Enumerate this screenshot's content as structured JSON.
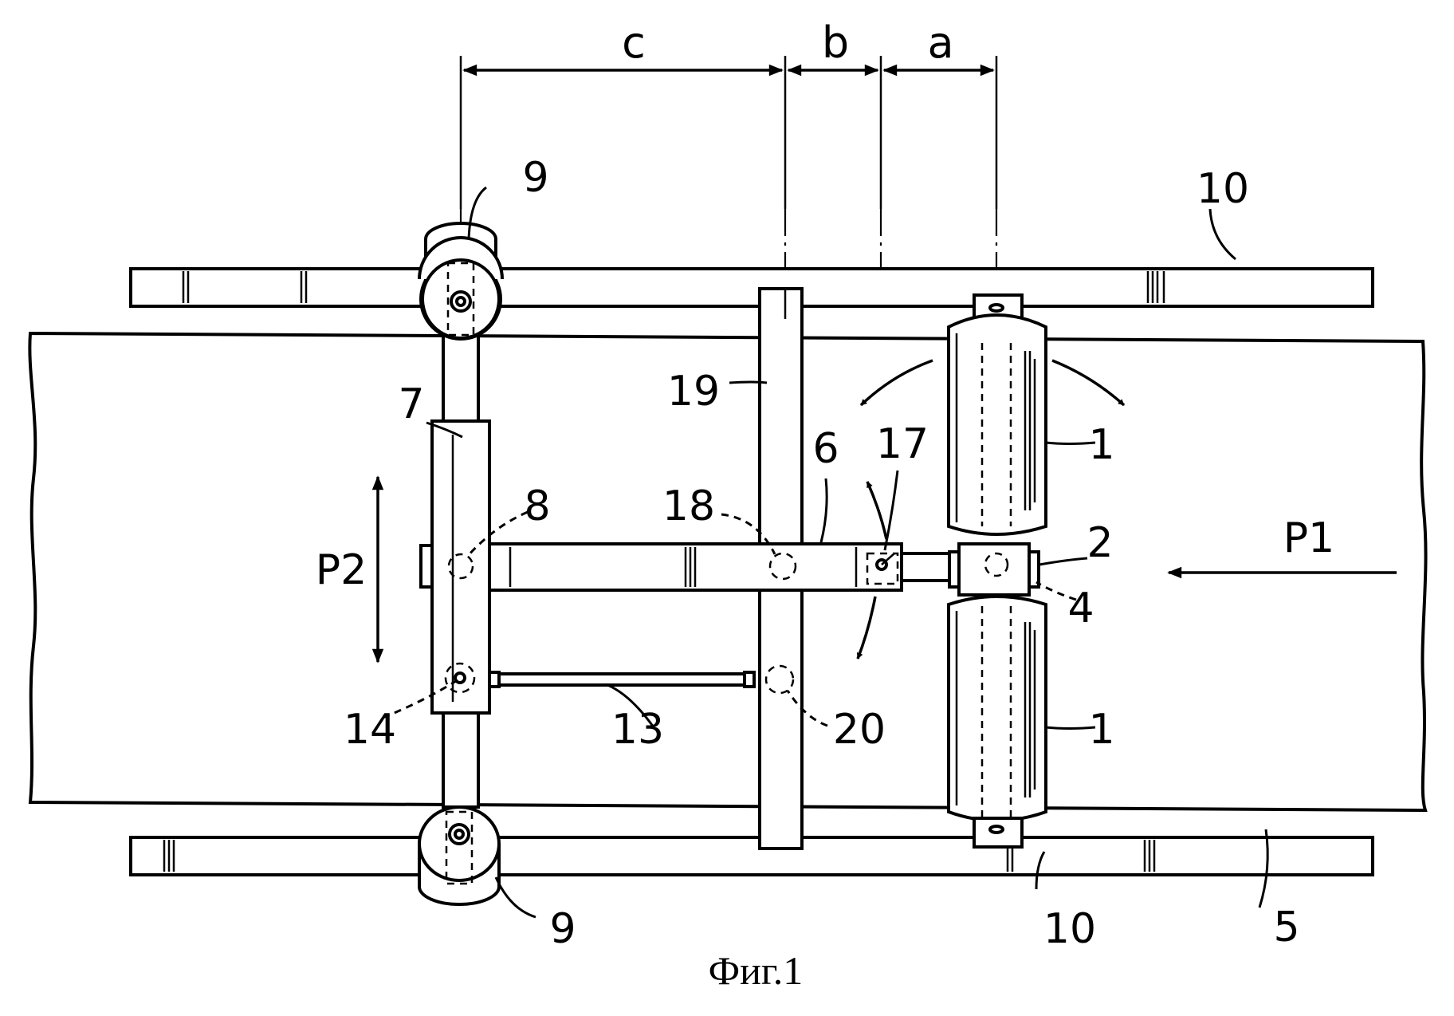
{
  "figure": {
    "caption": "Фиг.1",
    "dimensions": {
      "a": "a",
      "b": "b",
      "c": "c"
    },
    "references": {
      "r1_top": "1",
      "r1_bottom": "1",
      "r2": "2",
      "r4": "4",
      "r5": "5",
      "r6": "6",
      "r7": "7",
      "r8": "8",
      "r9_top": "9",
      "r9_bottom": "9",
      "r10_top": "10",
      "r10_bottom": "10",
      "r13": "13",
      "r14": "14",
      "r17": "17",
      "r18": "18",
      "r19": "19",
      "r20": "20",
      "p1": "P1",
      "p2": "P2"
    }
  }
}
